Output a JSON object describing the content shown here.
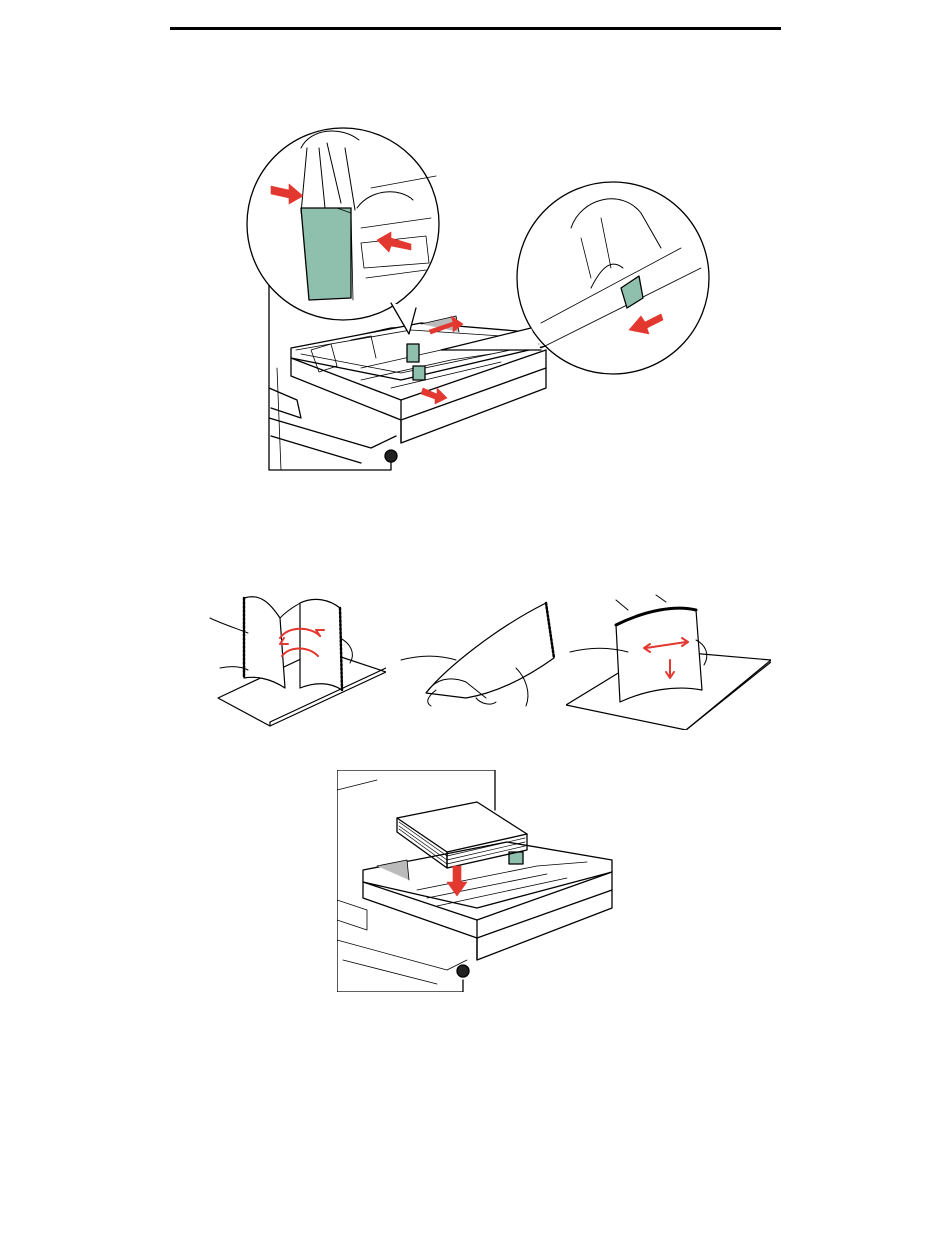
{
  "document": {
    "header_rule": true,
    "figures": [
      {
        "id": "adjust-guides",
        "description_icon": "tray-guide-adjust-illustration",
        "accent_color": "#e3382f",
        "tab_color": "#8fbfad"
      },
      {
        "id": "flex-paper",
        "description_icon": "flex-paper-stack-illustration"
      },
      {
        "id": "fan-paper",
        "description_icon": "fan-paper-stack-illustration"
      },
      {
        "id": "straighten-paper",
        "description_icon": "straighten-paper-stack-illustration"
      },
      {
        "id": "load-paper",
        "description_icon": "load-paper-tray-illustration"
      }
    ]
  }
}
